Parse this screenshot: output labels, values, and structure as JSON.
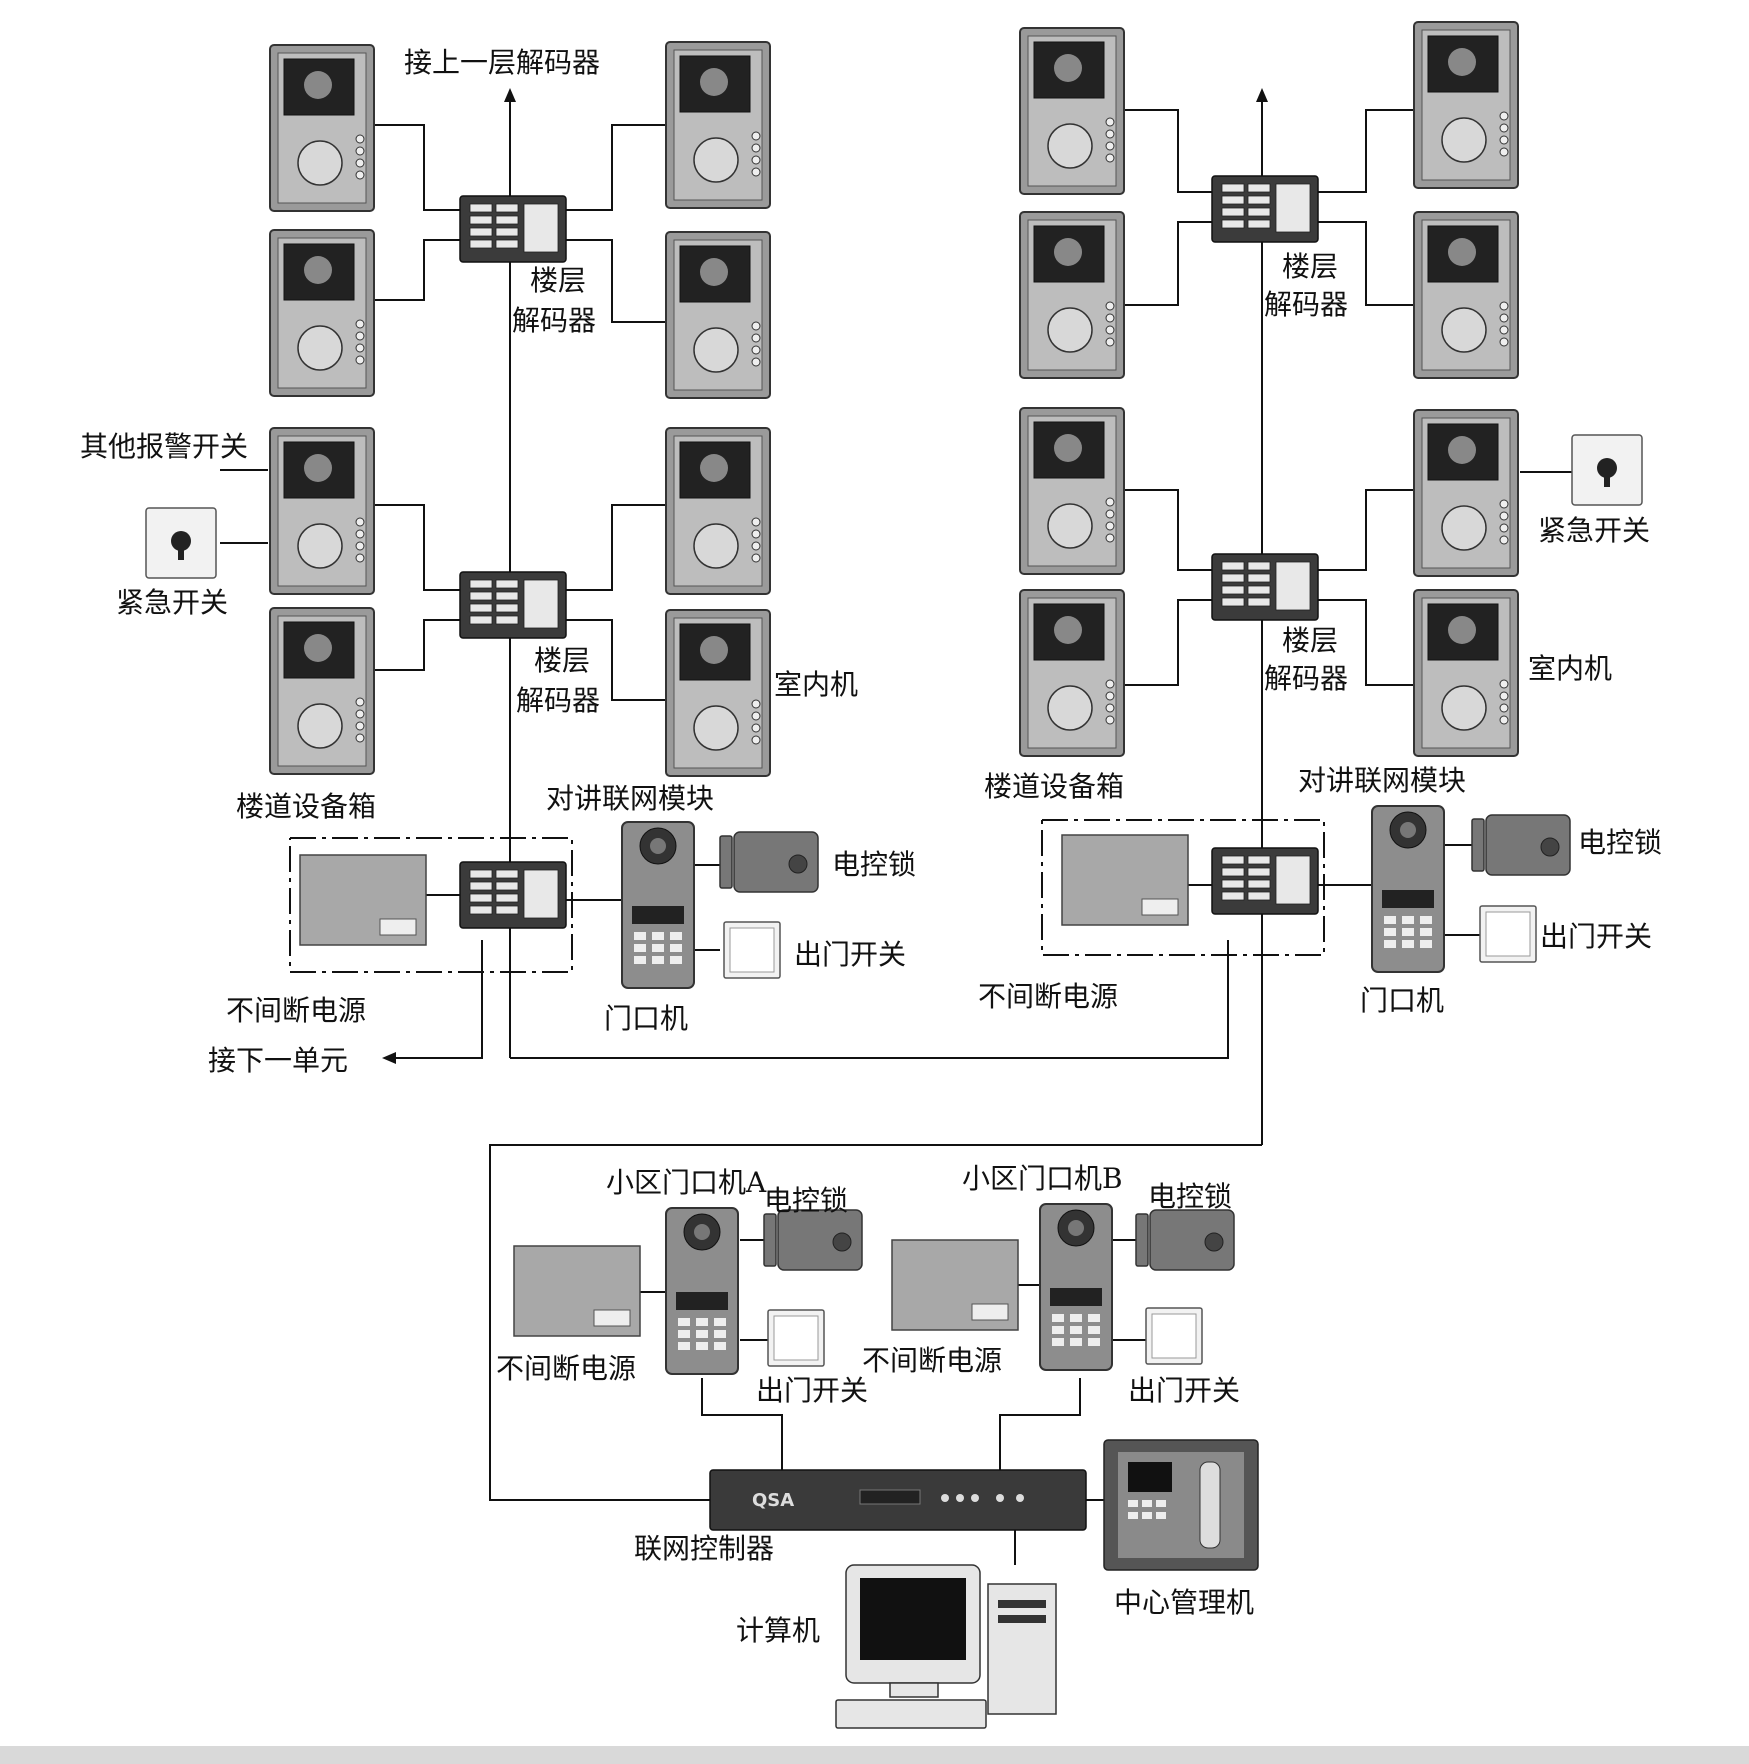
{
  "labels": {
    "upper_decoder": "接上一层解码器",
    "floor_decoder_line1": "楼层",
    "floor_decoder_line2": "解码器",
    "other_alarm_switch": "其他报警开关",
    "emergency_switch": "紧急开关",
    "indoor_unit": "室内机",
    "stairwell_box": "楼道设备箱",
    "intercom_network_module": "对讲联网模块",
    "electric_lock": "电控锁",
    "exit_switch": "出门开关",
    "ups": "不间断电源",
    "door_unit": "门口机",
    "next_unit": "接下一单元",
    "community_door_a": "小区门口机A",
    "community_door_b": "小区门口机B",
    "network_controller": "联网控制器",
    "computer": "计算机",
    "central_manager": "中心管理机"
  },
  "device_marks": {
    "brand": "QSA"
  },
  "colors": {
    "line": "#111111",
    "background": "#ffffff",
    "device_grey": "#9a9a9a",
    "decoder_dark": "#3b3b3b"
  }
}
